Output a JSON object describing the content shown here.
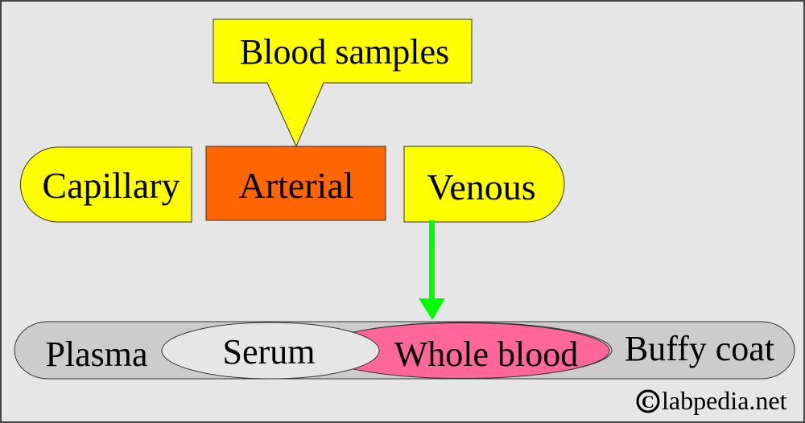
{
  "diagram": {
    "title": "Blood samples",
    "sample_types": [
      {
        "label": "Capillary",
        "color": "#ffff00"
      },
      {
        "label": "Arterial",
        "color": "#ff6600"
      },
      {
        "label": "Venous",
        "color": "#ffff00"
      }
    ],
    "arrow_color": "#00ff00",
    "components": [
      {
        "label": "Plasma",
        "color": "#cccccc"
      },
      {
        "label": "Serum",
        "color": "#e6e6e6"
      },
      {
        "label": "Whole blood",
        "color": "#ff6699"
      },
      {
        "label": "Buffy coat",
        "color": "#cccccc"
      }
    ],
    "background_color": "#e6e6e6",
    "callout_color": "#ffff00",
    "copyright_symbol": "©",
    "copyright_text": "labpedia.net"
  }
}
